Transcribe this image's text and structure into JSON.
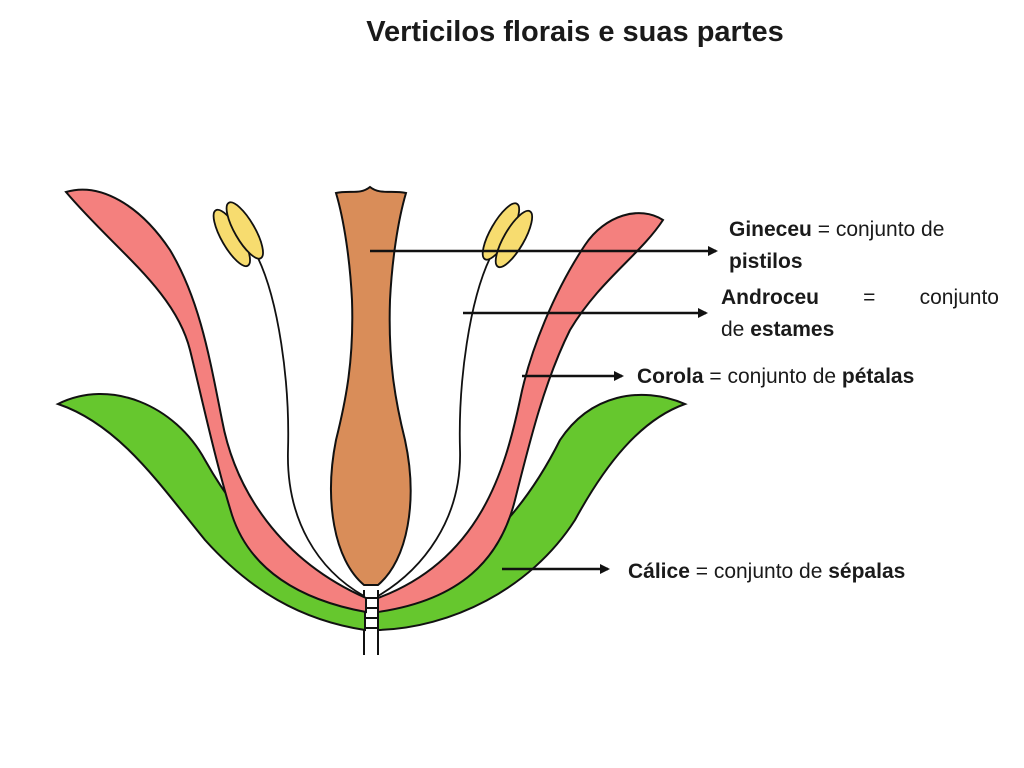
{
  "title": "Verticilos florais e suas partes",
  "labels": {
    "gineceu": {
      "term": "Gineceu",
      "text": "= conjunto de",
      "part": "pistilos"
    },
    "androceu": {
      "term": "Androceu",
      "eq": "=",
      "text": "conjunto",
      "prefix": "de",
      "part": "estames"
    },
    "corola": {
      "term": "Corola",
      "text": "= conjunto de",
      "part": "pétalas"
    },
    "calice": {
      "term": "Cálice",
      "text": "= conjunto de",
      "part": "sépalas"
    }
  },
  "colors": {
    "sepal": "#66c72e",
    "petal": "#f4807e",
    "pistil": "#d98d59",
    "anther": "#f7dc6f",
    "outline": "#111111"
  }
}
